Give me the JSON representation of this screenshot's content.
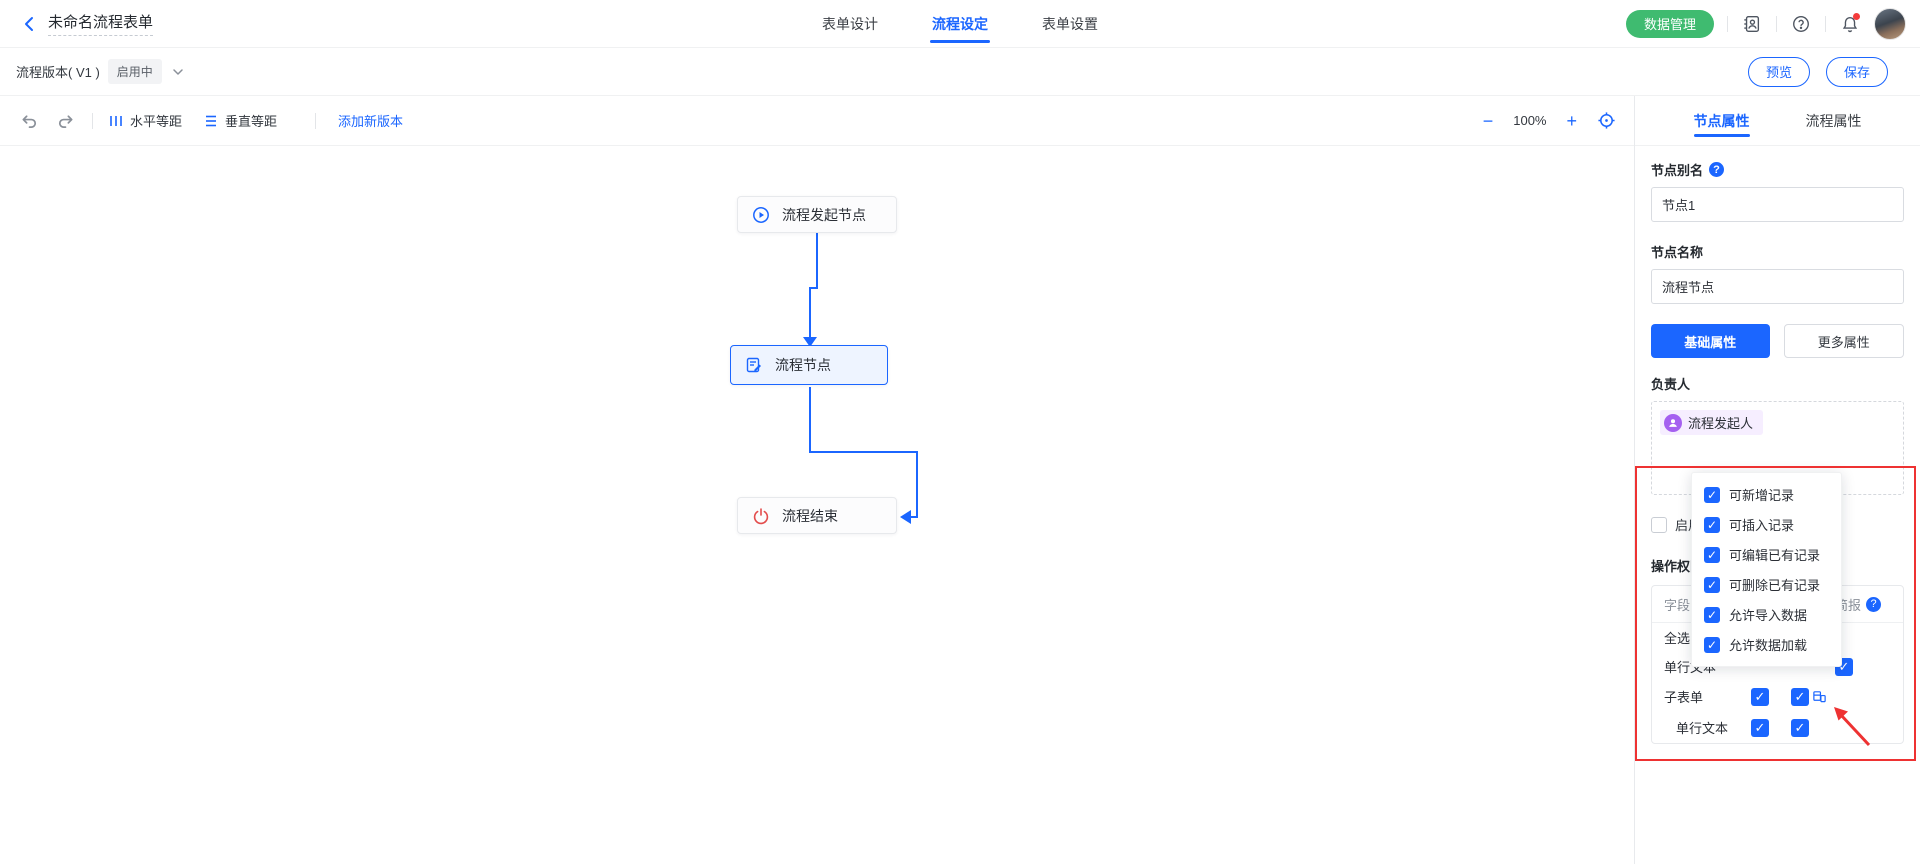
{
  "header": {
    "title": "未命名流程表单",
    "tabs": [
      {
        "label": "表单设计",
        "active": false
      },
      {
        "label": "流程设定",
        "active": true
      },
      {
        "label": "表单设置",
        "active": false
      }
    ],
    "data_manage_button": "数据管理",
    "icons": [
      "back-icon",
      "contacts-icon",
      "help-icon",
      "notification-bell-icon",
      "user-avatar"
    ]
  },
  "version_bar": {
    "version_label": "流程版本( V1 )",
    "status_badge": "启用中",
    "preview_button": "预览",
    "save_button": "保存"
  },
  "toolbar": {
    "undo_icon": "undo-icon",
    "redo_icon": "redo-icon",
    "horizontal_spacing": "水平等距",
    "vertical_spacing": "垂直等距",
    "add_version": "添加新版本",
    "zoom_out": "−",
    "zoom_level": "100%",
    "zoom_in": "+"
  },
  "canvas": {
    "nodes": [
      {
        "id": "start",
        "label": "流程发起节点",
        "icon": "play-circle-icon",
        "selected": false
      },
      {
        "id": "process",
        "label": "流程节点",
        "icon": "edit-document-icon",
        "selected": true
      },
      {
        "id": "end",
        "label": "流程结束",
        "icon": "power-icon",
        "selected": false
      }
    ],
    "connections": [
      {
        "from": "start",
        "to": "process"
      },
      {
        "from": "process",
        "to": "end"
      }
    ]
  },
  "panel": {
    "tabs": [
      {
        "label": "节点属性",
        "active": true
      },
      {
        "label": "流程属性",
        "active": false
      }
    ],
    "node_alias_label": "节点别名",
    "node_alias_value": "节点1",
    "node_name_label": "节点名称",
    "node_name_value": "流程节点",
    "basic_props_button": "基础属性",
    "more_props_button": "更多属性",
    "owner_label": "负责人",
    "owner_tag": "流程发起人",
    "enable_checkbox": {
      "label": "启用",
      "checked": false
    },
    "permission_section_label": "操作权限",
    "table": {
      "field_header": "字段",
      "brief_header": "简报",
      "rows": [
        {
          "label": "全选",
          "cells": [
            null,
            null,
            null
          ]
        },
        {
          "label": "单行文本",
          "cells": [
            null,
            null,
            true
          ]
        },
        {
          "label": "子表单",
          "cells": [
            true,
            true,
            null
          ],
          "extra_icon": "subtable-settings-icon"
        },
        {
          "label": "单行文本",
          "indent": true,
          "cells": [
            true,
            true,
            null
          ]
        }
      ]
    },
    "permission_menu": {
      "items": [
        {
          "label": "可新增记录",
          "checked": true
        },
        {
          "label": "可插入记录",
          "checked": true
        },
        {
          "label": "可编辑已有记录",
          "checked": true
        },
        {
          "label": "可删除已有记录",
          "checked": true
        },
        {
          "label": "允许导入数据",
          "checked": true
        },
        {
          "label": "允许数据加载",
          "checked": true
        }
      ]
    },
    "annotation": {
      "shape": "red-rectangle-with-arrow",
      "color": "#ee3232"
    }
  },
  "colors": {
    "accent_blue": "#1b66ff",
    "green": "#3fbb70",
    "annotation_red": "#ee3232",
    "purple": "#a560f0"
  },
  "check_glyph": "✓"
}
